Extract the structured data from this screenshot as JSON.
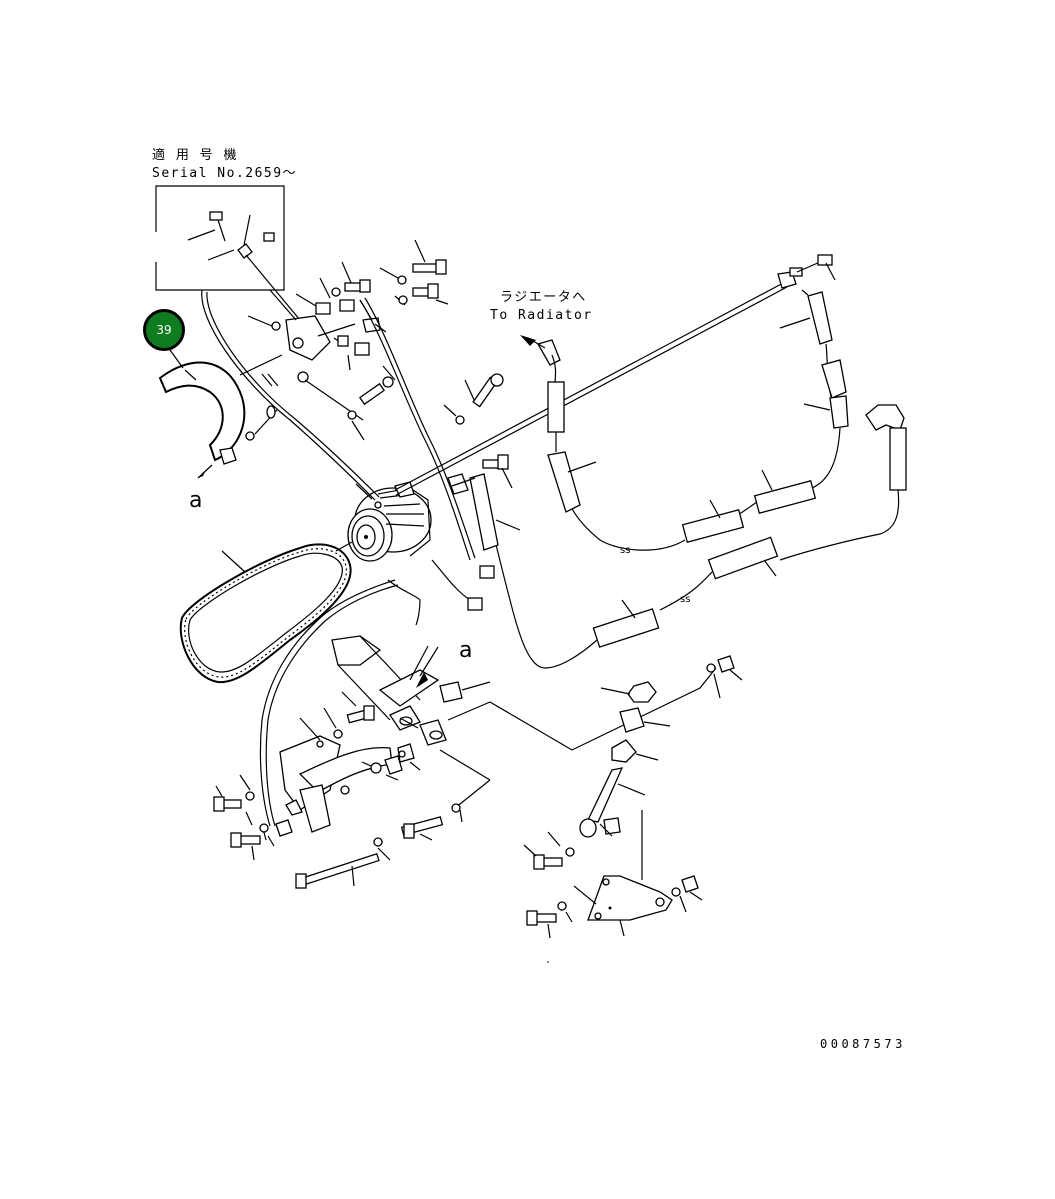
{
  "serial_note": {
    "jp": "適 用 号 機",
    "en": "Serial No.2659〜"
  },
  "radiator_note": {
    "jp": "ラジエータへ",
    "en": "To Radiator"
  },
  "hotspot": {
    "label": "39",
    "color": "#0f7d1f"
  },
  "view_labels": {
    "first": "a",
    "second": "a"
  },
  "drawing_number": "00087573"
}
